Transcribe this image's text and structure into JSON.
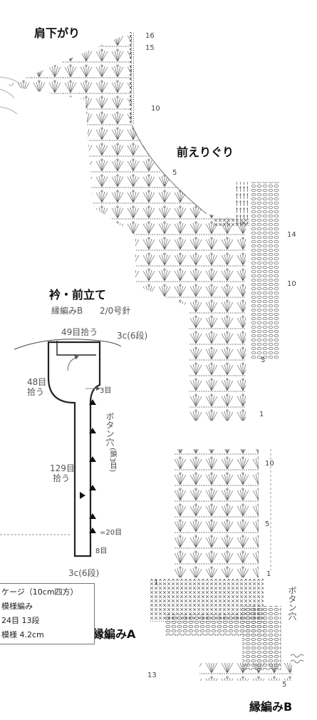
{
  "labels": {
    "shoulder": "肩下がり",
    "front_neck": "前えりぐり",
    "collar_title": "衿・前立て",
    "collar_sub": "縁編みB",
    "needle": "2/0号針",
    "edge_a": "縁編みA",
    "edge_b": "縁編みB",
    "button_hole_chart": "ボタン穴"
  },
  "schematic": {
    "top_pick": "49目拾う",
    "top_right": "3c(6段)",
    "left_pick_1": "48目",
    "left_pick_2": "拾う",
    "side_pick_1": "129目",
    "side_pick_2": "拾う",
    "mark_3": "3目",
    "button_hole": "ボタン穴",
    "button_hole_note": "(鎖3目)",
    "mark_20": "=20目",
    "mark_8": "8目",
    "bottom": "3c(6段)"
  },
  "row_markers": {
    "r16": "16",
    "r15": "15",
    "r10a": "10",
    "r5a": "5",
    "r14": "14",
    "r10b": "10",
    "r5b": "5",
    "r1a": "1",
    "r10c": "10",
    "r5c": "5",
    "r1b": "1",
    "r13": "13",
    "r5d": "5",
    "r1c": "1"
  },
  "gauge": {
    "title": "ケージ（10cm四方）",
    "line1": "模様編み",
    "line2": "24目 13段",
    "line3": "模様 4.2cm"
  }
}
